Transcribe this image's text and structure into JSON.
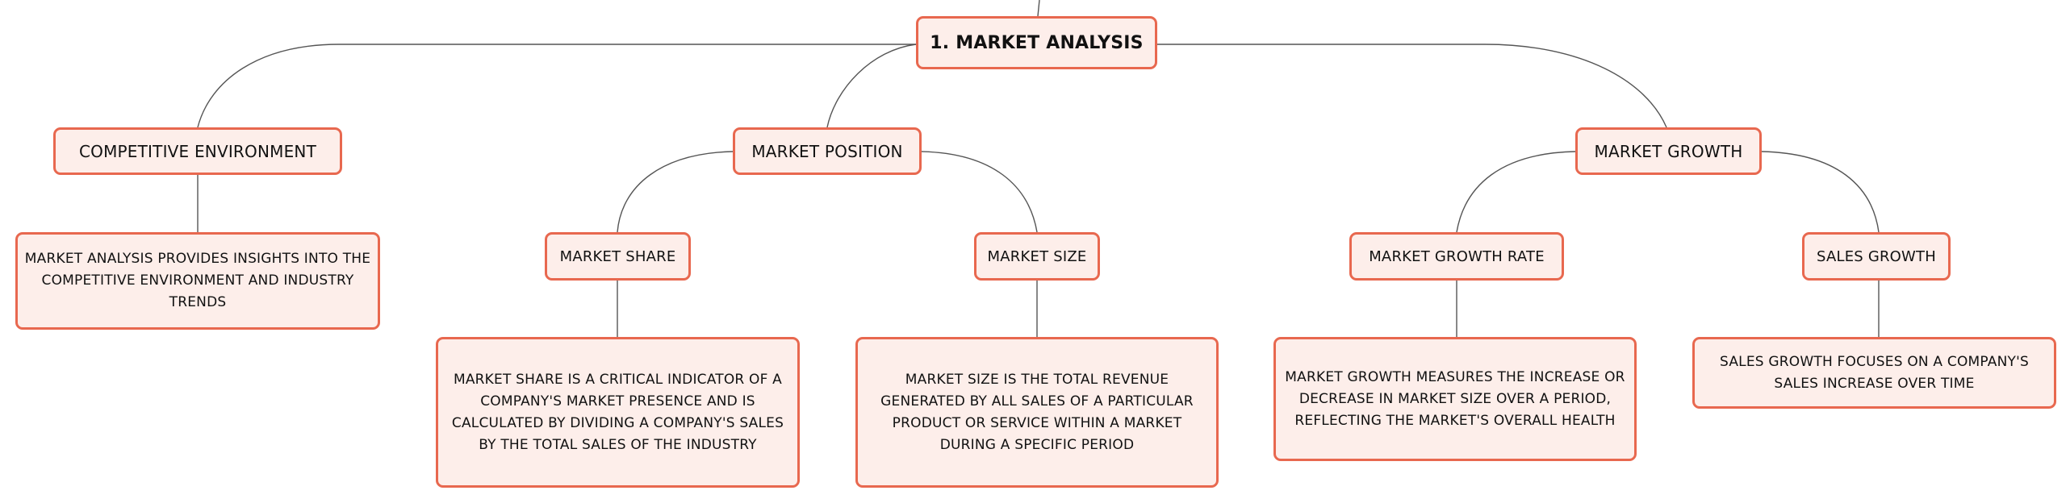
{
  "mindmap": {
    "root": "1. MARKET ANALYSIS",
    "competitive_environment": {
      "label": "COMPETITIVE ENVIRONMENT",
      "description": "MARKET ANALYSIS PROVIDES INSIGHTS INTO THE COMPETITIVE ENVIRONMENT AND INDUSTRY TRENDS"
    },
    "market_position": {
      "label": "MARKET POSITION",
      "market_share": {
        "label": "MARKET SHARE",
        "description": "MARKET SHARE IS A CRITICAL INDICATOR OF A COMPANY'S MARKET PRESENCE AND IS CALCULATED BY DIVIDING A COMPANY'S SALES BY THE TOTAL SALES OF THE INDUSTRY"
      },
      "market_size": {
        "label": "MARKET SIZE",
        "description": "MARKET SIZE IS THE TOTAL REVENUE GENERATED BY ALL SALES OF A PARTICULAR PRODUCT OR SERVICE WITHIN A MARKET DURING A SPECIFIC PERIOD"
      }
    },
    "market_growth": {
      "label": "MARKET GROWTH",
      "market_growth_rate": {
        "label": "MARKET GROWTH RATE",
        "description": "MARKET GROWTH MEASURES THE INCREASE OR DECREASE IN MARKET SIZE OVER A PERIOD, REFLECTING THE MARKET'S OVERALL HEALTH"
      },
      "sales_growth": {
        "label": "SALES GROWTH",
        "description": "SALES GROWTH FOCUSES ON A COMPANY'S SALES INCREASE OVER TIME"
      }
    }
  },
  "colors": {
    "node_fill": "#fdeeea",
    "node_border": "#e8684f",
    "connector": "#555555",
    "text": "#111111"
  }
}
